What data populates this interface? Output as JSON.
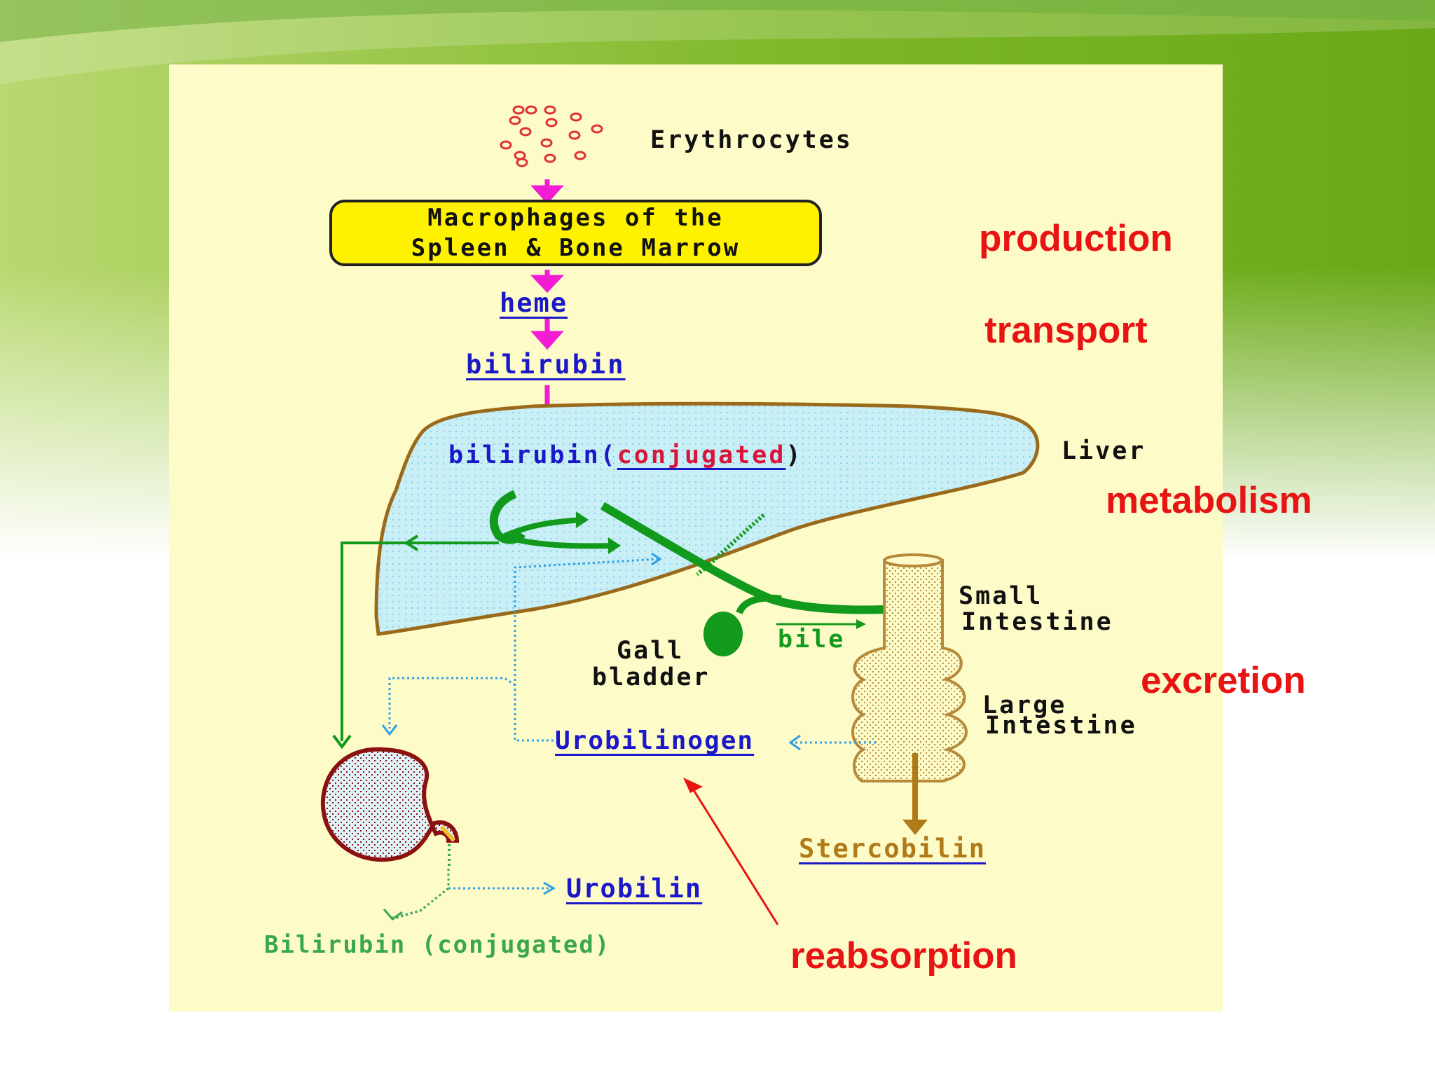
{
  "labels": {
    "erythrocytes": "Erythrocytes",
    "macrophages_line1": "Macrophages of the",
    "macrophages_line2": "Spleen & Bone Marrow",
    "heme": "heme",
    "bilirubin": "bilirubin",
    "liver_bilirubin": "bilirubin(",
    "liver_conjugated": "conjugated",
    "liver_close": ")",
    "liver": "Liver",
    "small_intestine_1": "Small",
    "small_intestine_2": "Intestine",
    "large_intestine_1": "Large",
    "large_intestine_2": "Intestine",
    "gall_1": "Gall",
    "gall_2": "bladder",
    "bile": "bile",
    "urobilinogen": "Urobilinogen",
    "stercobilin": "Stercobilin",
    "urobilin": "Urobilin",
    "bilirubin_conjugated_urine": "Bilirubin (conjugated)"
  },
  "stages": {
    "production": "production",
    "transport": "transport",
    "metabolism": "metabolism",
    "excretion": "excretion",
    "reabsorption": "reabsorption"
  },
  "colors": {
    "panel": "#fdfbc8",
    "magenta_arrow": "#f21dd2",
    "link_blue": "#1a18c8",
    "green_path": "#119a1b",
    "dotted_blue": "#2ea0e6",
    "liver_fill": "#c8eef6",
    "organ_outline": "#9a6a1a",
    "kidney": "#8b1010",
    "stage_red": "#e81414",
    "stercobilin": "#b07a18"
  },
  "icons": {
    "rbc": "erythrocyte-cluster-icon",
    "liver": "liver-icon",
    "gallbladder": "gallbladder-icon",
    "intestine": "intestine-icon",
    "kidney": "kidney-icon"
  }
}
